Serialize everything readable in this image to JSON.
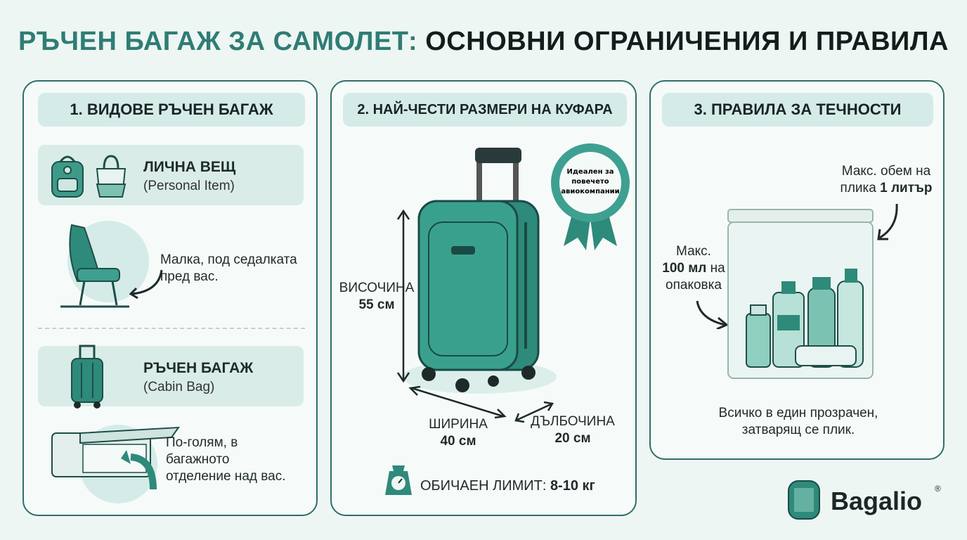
{
  "title": {
    "part1": "РЪЧЕН БАГАЖ ЗА САМОЛЕТ:",
    "part2": "ОСНОВНИ ОГРАНИЧЕНИЯ И ПРАВИЛА"
  },
  "panel1": {
    "title": "1. ВИДОВЕ РЪЧЕН БАГАЖ",
    "item1": {
      "name": "ЛИЧНА ВЕЩ",
      "sub": "(Personal Item)",
      "desc_line1": "Малка, под седалката",
      "desc_line2": "пред вас."
    },
    "item2": {
      "name": "РЪЧЕН БАГАЖ",
      "sub": "(Cabin Bag)",
      "desc_line1": "По-голям, в",
      "desc_line2": "багажното",
      "desc_line3": "отделение над вас."
    }
  },
  "panel2": {
    "title": "2. НАЙ-ЧЕСТИ РАЗМЕРИ НА КУФАРА",
    "badge": {
      "line1": "Идеален за",
      "line2": "повечето",
      "line3": "авиокомпании"
    },
    "height": {
      "label": "ВИСОЧИНА",
      "value": "55 см"
    },
    "width": {
      "label": "ШИРИНА",
      "value": "40 см"
    },
    "depth": {
      "label": "ДЪЛБОЧИНА",
      "value": "20 см"
    },
    "limit": {
      "label": "ОБИЧАЕН ЛИМИТ:",
      "value": "8-10 кг"
    }
  },
  "panel3": {
    "title": "3. ПРАВИЛА ЗА ТЕЧНОСТИ",
    "max_volume_line1": "Макс. обем на",
    "max_volume_line2": "плика",
    "max_volume_value": "1 литър",
    "max_pack_line1": "Макс.",
    "max_pack_value": "100 мл",
    "max_pack_line2": "на",
    "max_pack_line3": "опаковка",
    "footer_line1": "Всичко в един прозрачен,",
    "footer_line2": "затварящ се плик."
  },
  "logo": {
    "text": "Bagalio",
    "mark": "®"
  },
  "colors": {
    "accent": "#2f7d74",
    "panel_border": "#2f6f68",
    "chip": "#d9ece8",
    "case": "#2e8a7a"
  }
}
